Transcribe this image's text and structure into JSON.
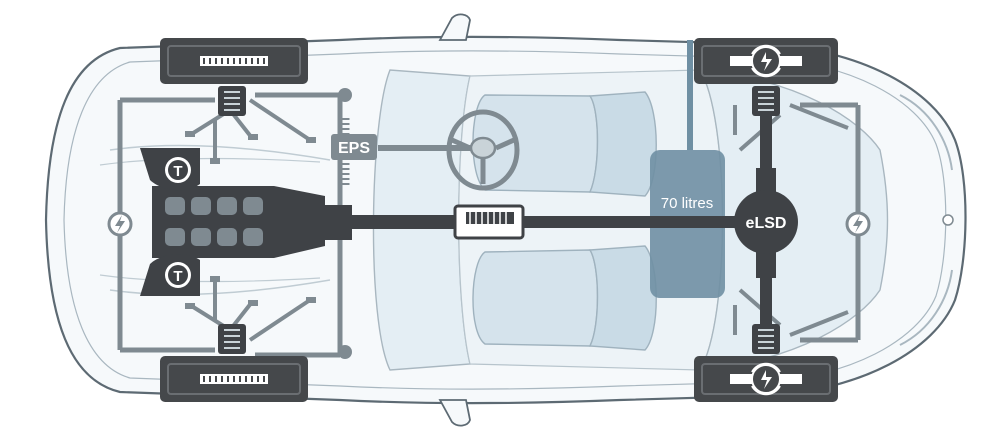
{
  "labels": {
    "eps": "EPS",
    "fuel_tank": "70 litres",
    "diff": "eLSD",
    "turbo_left": "T",
    "turbo_right": "T"
  },
  "icons": {
    "electric": "lightning-bolt-icon",
    "rear_steer": "rotation-arrows-icon"
  },
  "colors": {
    "body_outline": "#5d6a73",
    "body_fill": "#f6f9fb",
    "glass": "#e4eef4",
    "mechanical_dark": "#3f4246",
    "mechanical_mid": "#7f8a91",
    "fuel_tank": "#6f8fa3",
    "tire": "#45484b",
    "label_text": "#ffffff"
  }
}
